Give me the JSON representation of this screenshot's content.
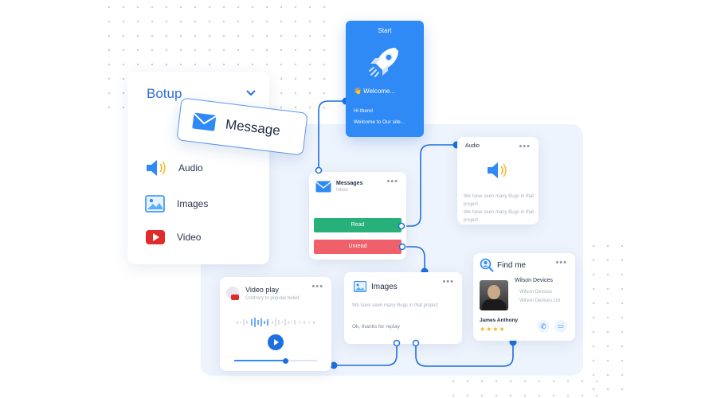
{
  "botup": {
    "title": "Botup",
    "items": [
      {
        "label": "Audio",
        "icon": "speaker-icon"
      },
      {
        "label": "Images",
        "icon": "image-icon"
      },
      {
        "label": "Video",
        "icon": "youtube-icon"
      }
    ]
  },
  "message_card": {
    "label": "Message",
    "icon": "envelope-icon"
  },
  "start": {
    "title": "Start",
    "welcome": "👋 Welcome...",
    "line1": "Hi there!",
    "line2": "Welcome to Our site..."
  },
  "messages_node": {
    "title": "Messages",
    "subtitle": "Inbox",
    "read": "Read",
    "unread": "Unread"
  },
  "audio_node": {
    "title": "Audio",
    "text1": "We have seen many Bugs in that project",
    "text2": "We have seen many Bugs in that project"
  },
  "findme_node": {
    "title": "Find me",
    "company": "Wilson Devices",
    "person": "James Anthony",
    "rating": "★★★★",
    "text1": "Wilson Devices",
    "text2": "Wilson Devices Ltd"
  },
  "images_node": {
    "title": "Images",
    "text": "We have seen many Bugs in that project",
    "reply": "Ok, thanks for replay"
  },
  "video_node": {
    "title": "Video play",
    "subtitle": "Contrary to popular belief"
  },
  "colors": {
    "accent": "#2f8af5",
    "read": "#27b07a",
    "unread": "#f0606a",
    "wire": "#1e6fe0"
  }
}
